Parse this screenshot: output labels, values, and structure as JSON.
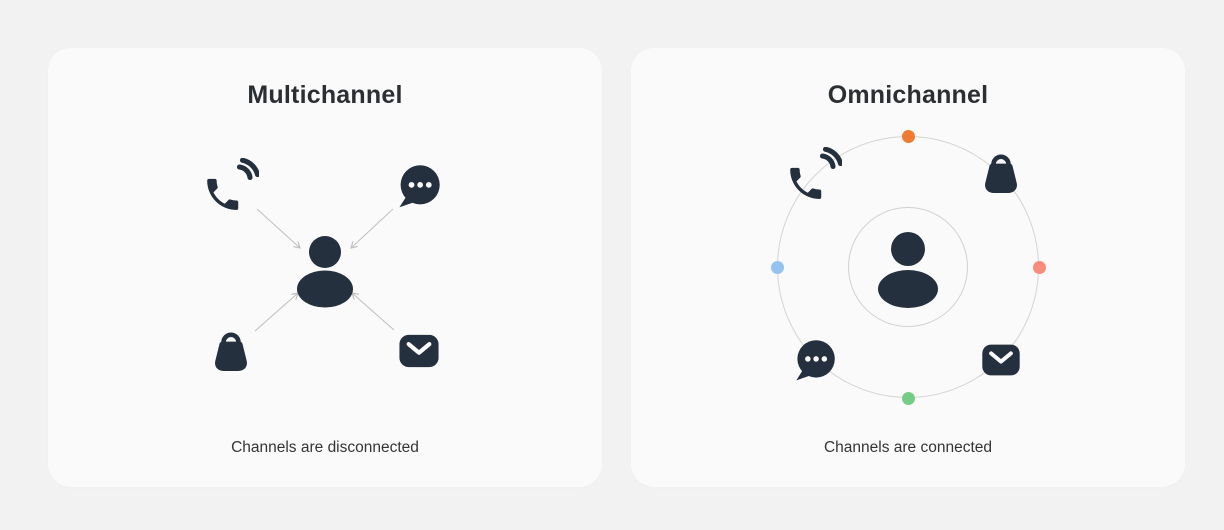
{
  "cards": [
    {
      "title": "Multichannel",
      "caption": "Channels are disconnected",
      "icons": [
        "phone-icon",
        "chat-icon",
        "shopping-bag-icon",
        "envelope-icon",
        "customer-icon"
      ]
    },
    {
      "title": "Omnichannel",
      "caption": "Channels are connected",
      "icons": [
        "phone-icon",
        "shopping-bag-icon",
        "chat-icon",
        "envelope-icon",
        "customer-icon"
      ],
      "dots": [
        {
          "position": "top",
          "color": "#ee7b31"
        },
        {
          "position": "right",
          "color": "#f98b7c"
        },
        {
          "position": "bottom",
          "color": "#75cc85"
        },
        {
          "position": "left",
          "color": "#95c3f0"
        }
      ]
    }
  ],
  "colors": {
    "page_background": "#f2f2f3",
    "card_background": "#fafafa",
    "icon_ink": "#25303e",
    "orbit_stroke": "#d4d4d4",
    "arrow_stroke": "#bfbfbf"
  }
}
